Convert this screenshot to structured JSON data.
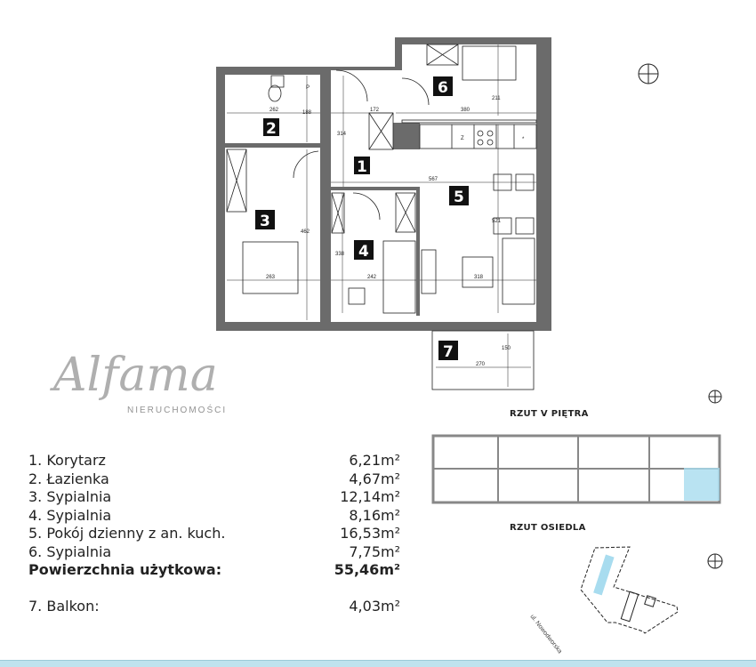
{
  "rooms": [
    {
      "num": "1",
      "name": "1. Korytarz",
      "area": "6,21m²"
    },
    {
      "num": "2",
      "name": "2. Łazienka",
      "area": "4,67m²"
    },
    {
      "num": "3",
      "name": "3. Sypialnia",
      "area": "12,14m²"
    },
    {
      "num": "4",
      "name": "4. Sypialnia",
      "area": "8,16m²"
    },
    {
      "num": "5",
      "name": "5. Pokój dzienny z an. kuch.",
      "area": "16,53m²"
    },
    {
      "num": "6",
      "name": "6. Sypialnia",
      "area": "7,75m²"
    }
  ],
  "total": {
    "label": "Powierzchnia użytkowa:",
    "area": "55,46m²"
  },
  "balcony": {
    "num": "7",
    "name": "7. Balkon:",
    "area": "4,03m²"
  },
  "dimensions": {
    "d262": "262",
    "d188": "188",
    "d172": "172",
    "d380": "380",
    "d211": "211",
    "d314": "314",
    "d567": "567",
    "d521": "521",
    "d462": "462",
    "d263": "263",
    "d338": "338",
    "d242": "242",
    "d318": "318",
    "d150": "150",
    "d270": "270"
  },
  "fixtures": {
    "wc_p": "P",
    "fridge_z": "Z",
    "star": "*"
  },
  "floor_plan_title": "RZUT V PIĘTRA",
  "site_plan_title": "RZUT OSIEDLA",
  "street": "ul. Nowodworska",
  "watermark": {
    "brand": "Alfama",
    "sub": "NIERUCHOMOŚCI"
  },
  "colors": {
    "wall": "#6b6b6b",
    "highlight": "#a8dcef",
    "band": "#bfe3ee"
  }
}
